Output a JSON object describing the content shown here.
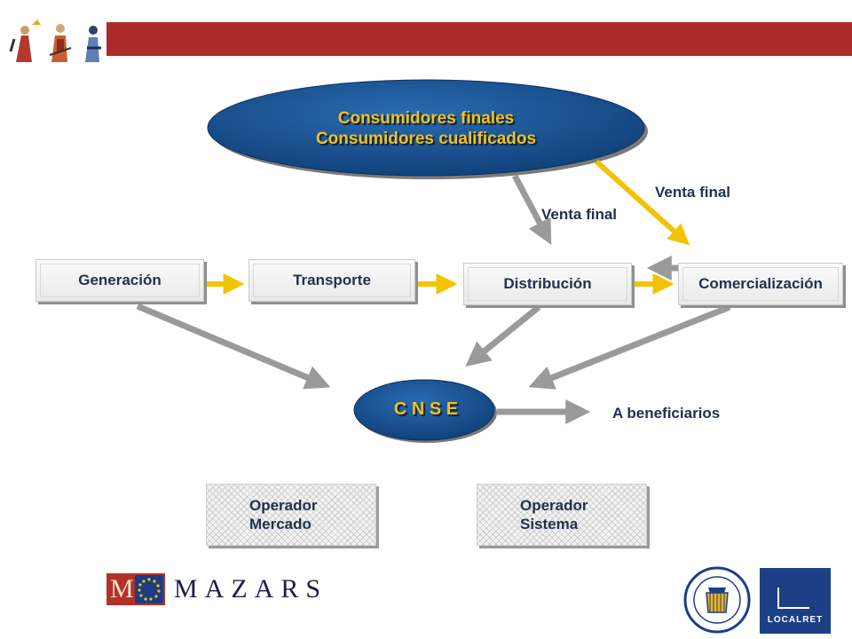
{
  "header": {
    "accent_color": "#ad2a2a",
    "figures_icon": "three-figures-illustration-icon"
  },
  "top_ellipse": {
    "line1": "Consumidores finales",
    "line2": "Consumidores cualificados",
    "fill": "#114a87",
    "text_color": "#f3c21b"
  },
  "boxes": {
    "generacion": "Generación",
    "transporte": "Transporte",
    "distribucion": "Distribución",
    "comercializacion": "Comercialización"
  },
  "labels": {
    "venta_final_1": "Venta final",
    "venta_final_2": "Venta final",
    "a_beneficiarios": "A beneficiarios"
  },
  "cnse": {
    "label": "C N S E"
  },
  "operators": {
    "mercado_line1": "Operador",
    "mercado_line2": "Mercado",
    "sistema_line1": "Operador",
    "sistema_line2": "Sistema"
  },
  "footer": {
    "mazars_mark": "M",
    "mazars_word": "MAZARS",
    "seal_icon": "university-seal-icon",
    "localret_word": "LOCALRET"
  },
  "colors": {
    "yellow_arrow": "#f2c300",
    "gray_arrow": "#9a9a9a",
    "text_navy": "#22314f"
  }
}
